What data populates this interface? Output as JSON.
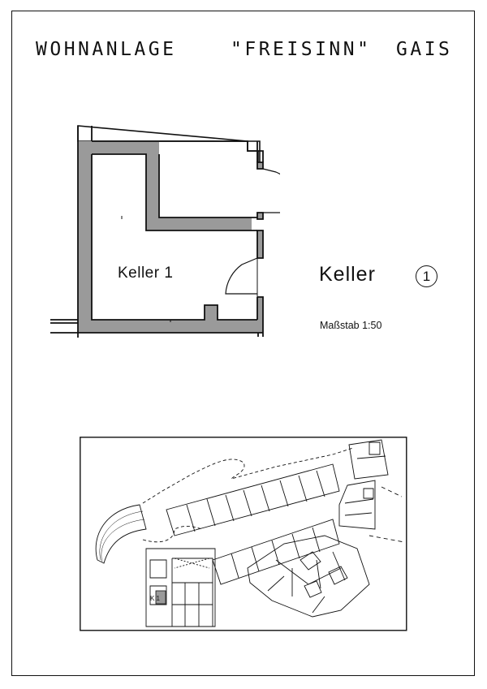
{
  "title": {
    "part1": "WOHNANLAGE",
    "part2": "\"FREISINN\"",
    "part3": "GAIS"
  },
  "plan": {
    "room_label": "Keller 1",
    "heading": "Keller",
    "number": "1",
    "scale": "Maßstab 1:50"
  },
  "site_plan": {
    "marker_label": "K 1"
  },
  "colors": {
    "wall_fill": "#9a9a9a",
    "line": "#111111"
  }
}
